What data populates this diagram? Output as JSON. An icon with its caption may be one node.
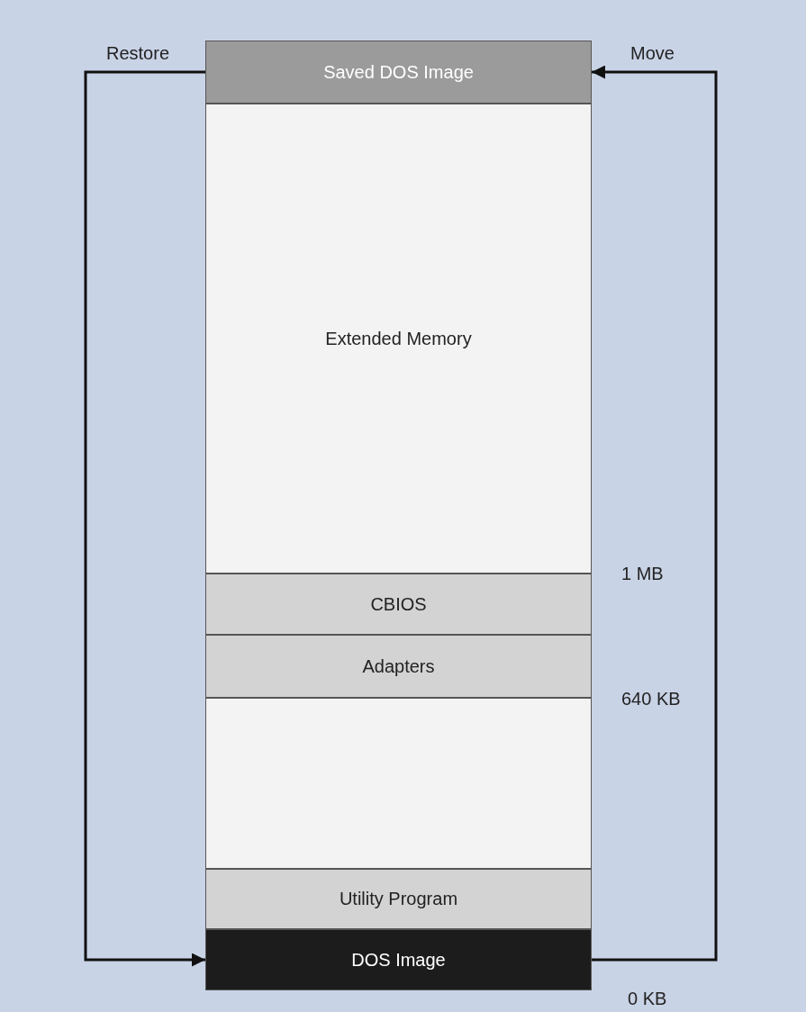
{
  "diagram": {
    "nodes": [
      {
        "text": [
          "Saved DOS Image"
        ]
      },
      {
        "text": [
          "Extended Memory"
        ]
      },
      {
        "text": [
          "CBIOS"
        ]
      },
      {
        "text": [
          "Adapters"
        ]
      },
      {
        "text": [],
        "shape": "box"
      },
      {
        "text": [
          "Utility Program"
        ]
      },
      {
        "text": [
          "DOS Image"
        ]
      }
    ],
    "edges": [
      {
        "from": 0,
        "to": 6,
        "arrow": "to",
        "label": "Restore"
      },
      {
        "from": 6,
        "to": 0,
        "arrow": "to",
        "label": "Move"
      }
    ],
    "labels": [
      "1 MB",
      "640 KB",
      "0 KB"
    ]
  }
}
